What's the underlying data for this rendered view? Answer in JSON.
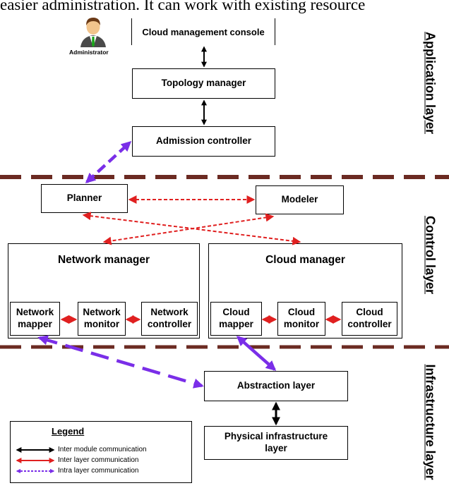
{
  "header_text": "easier administration. It can work with existing resource",
  "administrator": {
    "label": "Administrator"
  },
  "application_layer": {
    "console": "Cloud management console",
    "topology_manager": "Topology manager",
    "admission_controller": "Admission controller"
  },
  "control_layer": {
    "planner": "Planner",
    "modeler": "Modeler",
    "network_manager": {
      "title": "Network manager",
      "mapper": "Network mapper",
      "monitor": "Network monitor",
      "controller": "Network controller"
    },
    "cloud_manager": {
      "title": "Cloud manager",
      "mapper": "Cloud mapper",
      "monitor": "Cloud monitor",
      "controller": "Cloud controller"
    }
  },
  "infrastructure_layer": {
    "abstraction": "Abstraction layer",
    "physical": "Physical infrastructure layer"
  },
  "layer_labels": {
    "application": "Application layer",
    "control": "Control layer",
    "infrastructure": "Infrastructure layer"
  },
  "legend": {
    "title": "Legend",
    "items": [
      {
        "label": "Inter module communication",
        "color": "#000000",
        "style": "solid"
      },
      {
        "label": "Inter layer communication",
        "color": "#e02020",
        "style": "solid"
      },
      {
        "label": "Intra layer communication",
        "color": "#7a2ee8",
        "style": "dashed"
      }
    ]
  },
  "colors": {
    "layer_separator": "#6b2a22",
    "inter_module": "#000000",
    "inter_layer": "#e02020",
    "intra_layer": "#7a2ee8"
  }
}
